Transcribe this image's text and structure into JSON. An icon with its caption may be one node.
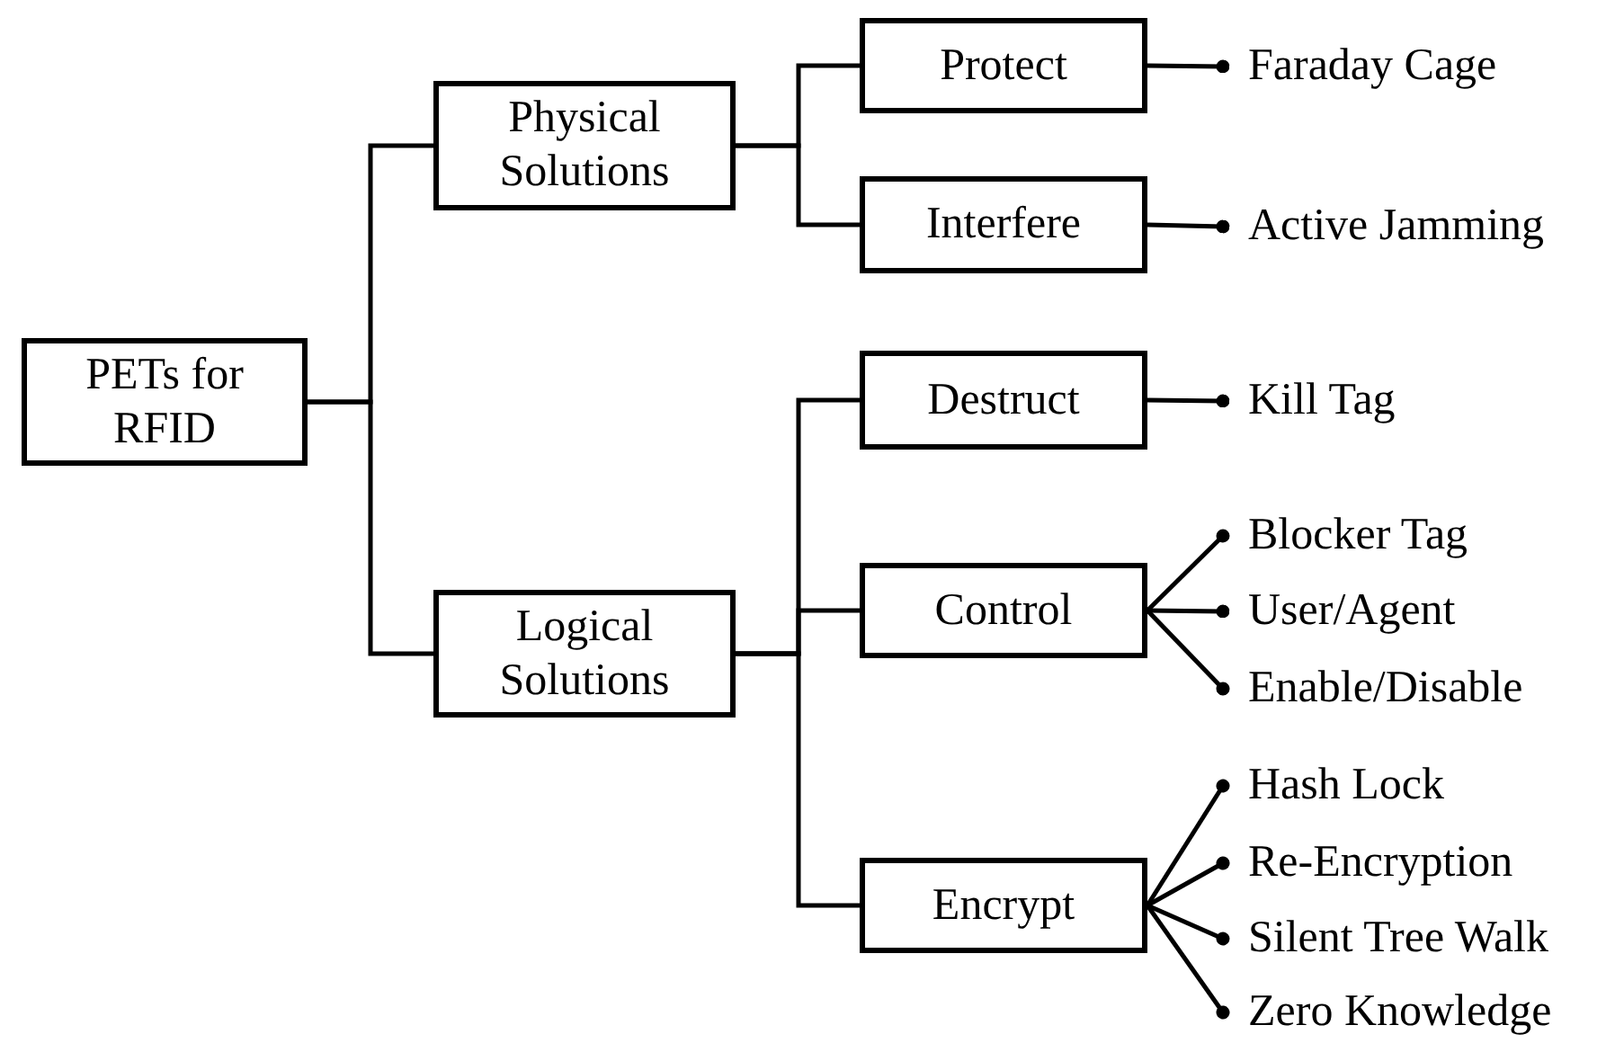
{
  "diagram": {
    "nodes": [
      {
        "text": [
          "PETs for RFID"
        ]
      },
      {
        "text": [
          "Physical Solutions"
        ]
      },
      {
        "text": [
          "Protect"
        ]
      },
      {
        "text": [
          "Faraday Cage"
        ]
      },
      {
        "text": [
          "Interfere"
        ]
      },
      {
        "text": [
          "Active Jamming"
        ]
      },
      {
        "text": [
          "Logical Solutions"
        ]
      },
      {
        "text": [
          "Destruct"
        ]
      },
      {
        "text": [
          "Kill Tag"
        ]
      },
      {
        "text": [
          "Control"
        ]
      },
      {
        "text": [
          "Blocker Tag"
        ]
      },
      {
        "text": [
          "User/Agent"
        ]
      },
      {
        "text": [
          "Enable/Disable"
        ]
      },
      {
        "text": [
          "Encrypt"
        ]
      },
      {
        "text": [
          "Hash Lock"
        ]
      },
      {
        "text": [
          "Re-Encryption"
        ]
      },
      {
        "text": [
          "Silent Tree Walk"
        ]
      },
      {
        "text": [
          "Zero Knowledge"
        ]
      }
    ],
    "edges": [
      {
        "from": 0,
        "to": 1,
        "arrow": "none"
      },
      {
        "from": 0,
        "to": 6,
        "arrow": "none"
      },
      {
        "from": 1,
        "to": 2,
        "arrow": "none"
      },
      {
        "from": 1,
        "to": 4,
        "arrow": "none"
      },
      {
        "from": 2,
        "to": 3,
        "arrow": "other"
      },
      {
        "from": 4,
        "to": 5,
        "arrow": "other"
      },
      {
        "from": 6,
        "to": 7,
        "arrow": "none"
      },
      {
        "from": 6,
        "to": 9,
        "arrow": "none"
      },
      {
        "from": 6,
        "to": 13,
        "arrow": "none"
      },
      {
        "from": 7,
        "to": 8,
        "arrow": "other"
      },
      {
        "from": 9,
        "to": 10,
        "arrow": "other"
      },
      {
        "from": 9,
        "to": 11,
        "arrow": "other"
      },
      {
        "from": 9,
        "to": 12,
        "arrow": "other"
      },
      {
        "from": 13,
        "to": 14,
        "arrow": "other"
      },
      {
        "from": 13,
        "to": 15,
        "arrow": "other"
      },
      {
        "from": 13,
        "to": 16,
        "arrow": "other"
      },
      {
        "from": 13,
        "to": 17,
        "arrow": "other"
      }
    ]
  }
}
